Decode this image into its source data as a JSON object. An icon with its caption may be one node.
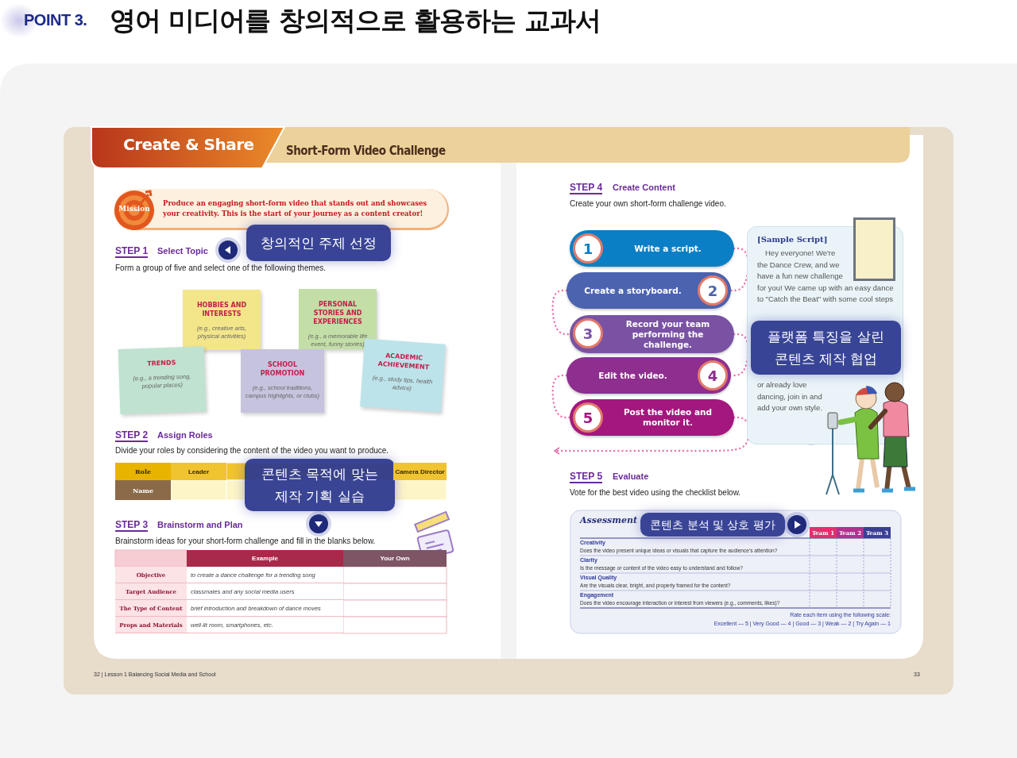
{
  "diagram": {
    "title": "영어 미디어를 창의적으로 활용하는 교과서",
    "nodes": [
      {
        "text": [
          "Mission",
          "Produce an engaging short-form video that stands out and showcases your creativity. This is the start of your journey as a content creator!"
        ]
      },
      {
        "text": [
          "창의적인 주제 선정"
        ]
      },
      {
        "text": [
          "HOBBIES AND INTERESTS",
          "(e.g., creative arts, physical activities)"
        ]
      },
      {
        "text": [
          "PERSONAL STORIES AND EXPERIENCES",
          "(e.g., a memorable life event, funny stories)"
        ]
      },
      {
        "text": [
          "TRENDS",
          "(e.g., a trending song, popular places)"
        ]
      },
      {
        "text": [
          "SCHOOL PROMOTION",
          "(e.g., school traditions, campus highlights, or clubs)"
        ]
      },
      {
        "text": [
          "ACADEMIC ACHIEVEMENT",
          "(e.g., study tips, health advice)"
        ]
      },
      {
        "text": [
          "콘텐츠 목적에 맞는 제작 기획 실습"
        ]
      },
      {
        "text": [
          "1",
          "Write a script."
        ]
      },
      {
        "text": [
          "Create a storyboard.",
          "2"
        ]
      },
      {
        "text": [
          "3",
          "Record your team performing the challenge."
        ]
      },
      {
        "text": [
          "Edit the video.",
          "4"
        ]
      },
      {
        "text": [
          "5",
          "Post the video and monitor it."
        ]
      },
      {
        "text": [
          "[Sample Script]",
          "Hey everyone! We're the Dance Crew, and we have a fun new challenge for you! We came up with an easy dance to \"Catch the Beat\" with some cool steps",
          "or already love dancing, join in and add your own style."
        ]
      },
      {
        "text": [
          "플랫폼 특징을 살린 콘텐츠 제작 협업"
        ],
        "in": 13
      },
      {
        "text": [
          "콘텐츠 분석 및 상호 평가"
        ]
      }
    ],
    "edges": [
      {
        "from": 8,
        "to": 9,
        "arrow": "none",
        "style": "dashed"
      },
      {
        "from": 9,
        "to": 10,
        "arrow": "none",
        "style": "dashed"
      },
      {
        "from": 10,
        "to": 11,
        "arrow": "none",
        "style": "dashed"
      },
      {
        "from": 11,
        "to": 12,
        "arrow": "none",
        "style": "dashed"
      },
      {
        "from": 12,
        "to": null,
        "arrow": "to",
        "style": "dashed"
      }
    ],
    "labels": [
      "POINT 3.",
      "Create & Share",
      "Short-Form Video Challenge",
      "STEP 1",
      "Select Topic",
      "Form a group of five and select one of the following themes.",
      "STEP 2",
      "Assign Roles",
      "Divide your roles by considering the content of the video you want to produce.",
      "Role",
      "Leader",
      "Camera Director",
      "Name",
      "STEP 3",
      "Brainstorm and Plan",
      "Brainstorm ideas for your short-form challenge and fill in the blanks below.",
      "Example",
      "Your Own",
      "Objective",
      "to create a dance challenge for a trending song",
      "Target Audience",
      "classmates and any social media users",
      "The Type of Content",
      "brief introduction and breakdown of dance moves",
      "Props and Materials",
      "well-lit room, smartphones, etc.",
      "STEP 4",
      "Create Content",
      "Create your own short-form challenge video.",
      "STEP 5",
      "Evaluate",
      "Vote for the best video using the checklist below.",
      "Assessment",
      "Team 1",
      "Team 2",
      "Team 3",
      "Creativity",
      "Does the video present unique ideas or visuals that capture the audience's attention?",
      "Clarity",
      "Is the message or content of the video easy to understand and follow?",
      "Visual Quality",
      "Are the visuals clear, bright, and properly framed for the content?",
      "Engagement",
      "Does the video encourage interaction or interest from viewers (e.g., comments, likes)?",
      "Rate each item using the following scale:",
      "Excellent — 5 | Very Good — 4 | Good — 3 | Weak — 2 | Try Again — 1",
      "32 | Lesson 1 Balancing Social Media and School",
      "33"
    ]
  }
}
